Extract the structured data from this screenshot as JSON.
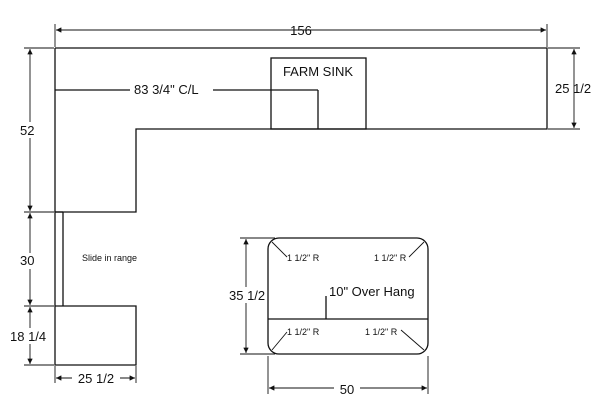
{
  "dimensions": {
    "top_width": "156",
    "right_depth": "25 1/2",
    "left_total": "52",
    "left_range_gap": "30",
    "left_bottom": "18 1/4",
    "bottom_width": "25 1/2",
    "island_depth": "35 1/2",
    "island_width": "50"
  },
  "labels": {
    "farm_sink": "FARM SINK",
    "centerline": "83 3/4\" C/L",
    "slide_in_range": "Slide in range",
    "overhang": "10\" Over Hang"
  },
  "radii": {
    "top_left": "1 1/2\" R",
    "top_right": "1 1/2\" R",
    "bottom_left": "1 1/2\" R",
    "bottom_right": "1 1/2\" R"
  }
}
